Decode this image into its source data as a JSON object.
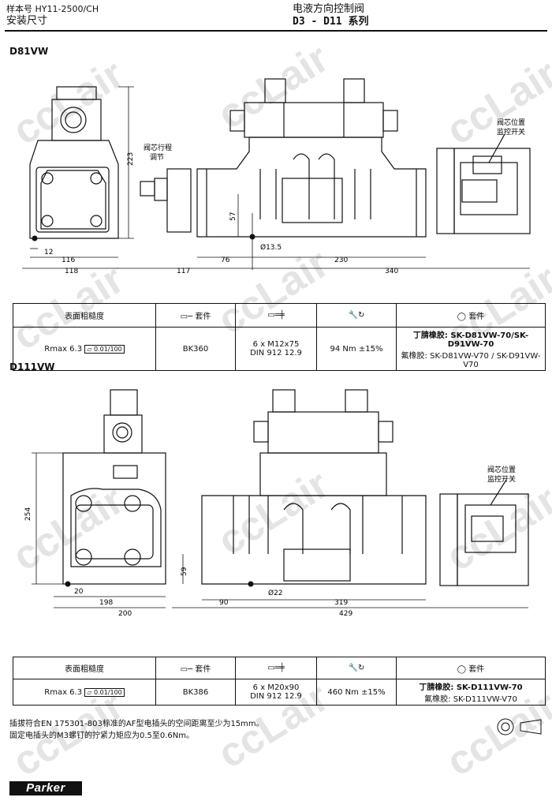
{
  "header": {
    "catalog": "样本号 HY11-2500/CH",
    "subtitle": "安装尺寸",
    "title": "电液方向控制阀",
    "series": "D3 - D11 系列"
  },
  "d81": {
    "title": "D81VW",
    "dims": {
      "d223": "223",
      "d12": "12",
      "d116": "116",
      "d118": "118",
      "d117": "117",
      "d76": "76",
      "d230": "230",
      "d340": "340",
      "d57": "57",
      "d135": "Ø13.5"
    },
    "labels": {
      "stroke_adj_1": "阀芯行程",
      "stroke_adj_2": "调节",
      "monitor_1": "阀芯位置",
      "monitor_2": "监控开关"
    },
    "table": {
      "surface": "表面粗糙度",
      "kit1": "套件",
      "kit2": "套件",
      "rmax": "Rmax 6.3",
      "flat": "0.01/100",
      "bolt_kit": "BK360",
      "bolts_1": "6 x M12x75",
      "bolts_2": "DIN 912 12.9",
      "torque": "94 Nm ±15%",
      "seal_1": "丁腈橡胶: SK-D81VW-70/SK-D91VW-70",
      "seal_2": "氟橡胶: SK-D81VW-V70 / SK-D91VW-V70"
    }
  },
  "d111": {
    "title": "D111VW",
    "dims": {
      "d254": "254",
      "d20": "20",
      "d198": "198",
      "d200": "200",
      "d59": "59",
      "d22": "Ø22",
      "d90": "90",
      "d319": "319",
      "d429": "429"
    },
    "labels": {
      "monitor_1": "阀芯位置",
      "monitor_2": "监控开关"
    },
    "table": {
      "surface": "表面粗糙度",
      "kit1": "套件",
      "kit2": "套件",
      "rmax": "Rmax 6.3",
      "flat": "0.01/100",
      "bolt_kit": "BK386",
      "bolts_1": "6 x M20x90",
      "bolts_2": "DIN 912 12.9",
      "torque": "460 Nm ±15%",
      "seal_1": "丁腈橡胶: SK-D111VW-70",
      "seal_2": "氟橡胶: SK-D111VW-V70"
    }
  },
  "footnote": {
    "line1": "插拔符合EN 175301-803标准的AF型电插头的空间距离至少为15mm。",
    "line2": "固定电插头的M3螺钉的拧紧力矩应为0.5至0.6Nm。"
  },
  "brand": "Parker",
  "watermark": "ccLair"
}
